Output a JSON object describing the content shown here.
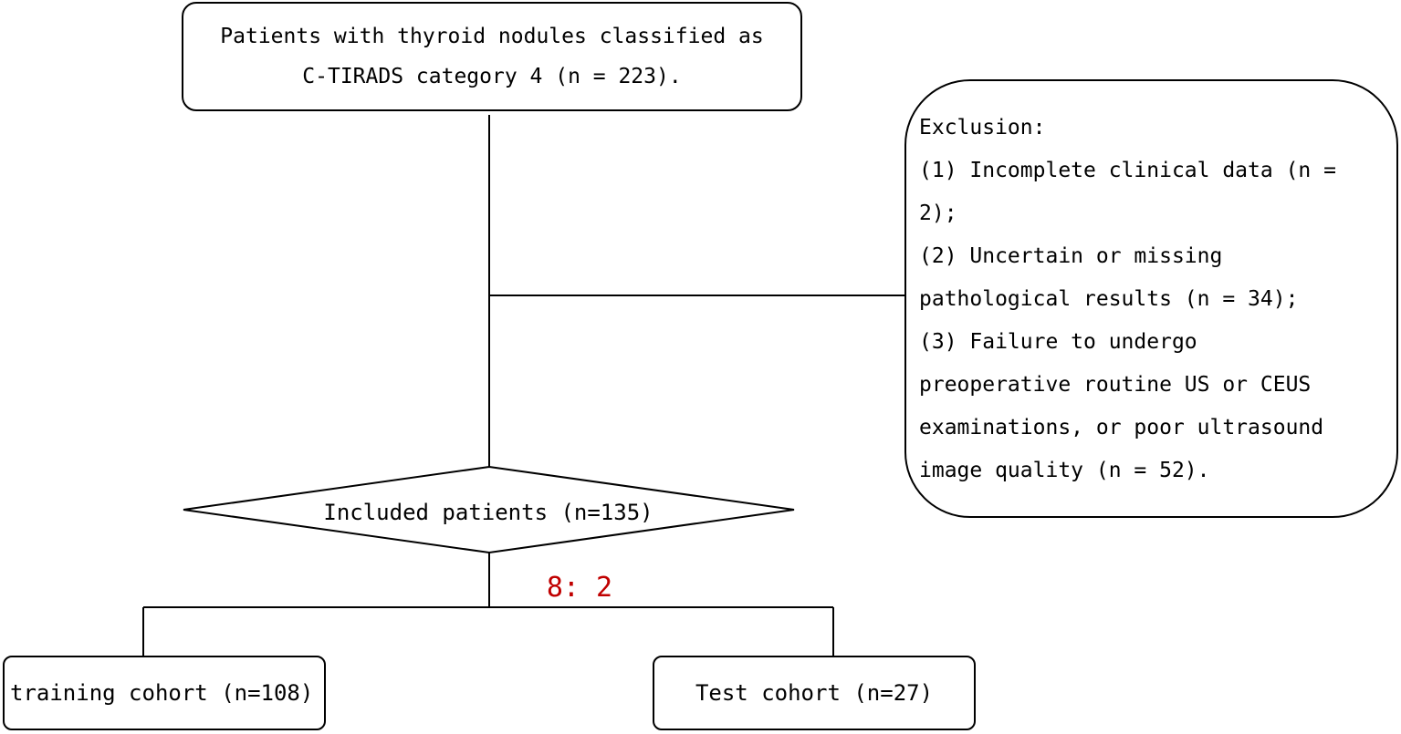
{
  "top_box": {
    "lines": [
      "Patients with thyroid nodules classified as",
      "C-TIRADS category 4 (n = 223)."
    ]
  },
  "exclusion_box": {
    "lines": [
      "Exclusion:",
      "(1) Incomplete clinical data (n =",
      "2);",
      "(2) Uncertain or missing",
      "pathological results (n = 34);",
      "(3) Failure to undergo",
      "preoperative routine US or CEUS",
      "examinations, or poor ultrasound",
      "image quality (n = 52)."
    ]
  },
  "decision": {
    "label": "Included patients (n=135)"
  },
  "split": {
    "ratio_label": "8: 2",
    "ratio_color": "#c00000"
  },
  "training_box": {
    "label": "training cohort (n=108)"
  },
  "test_box": {
    "label": "Test cohort (n=27)"
  }
}
